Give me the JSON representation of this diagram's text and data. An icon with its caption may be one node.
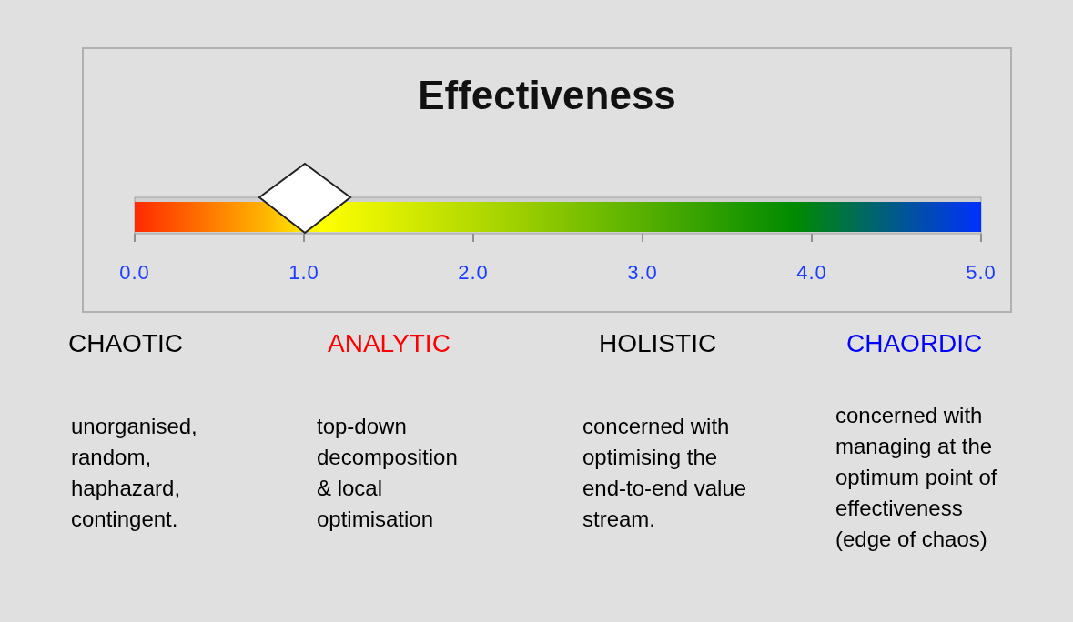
{
  "diagram": {
    "title": "Effectiveness",
    "labels": [
      "0.0",
      "1.0",
      "2.0",
      "3.0",
      "4.0",
      "5.0",
      "CHAOTIC",
      "ANALYTIC",
      "HOLISTIC",
      "CHAORDIC",
      "unorganised, random, haphazard, contingent.",
      "top-down decomposition & local optimisation",
      "concerned with optimising the end-to-end value stream.",
      "concerned with managing at the optimum point of effectiveness (edge of chaos)"
    ]
  }
}
